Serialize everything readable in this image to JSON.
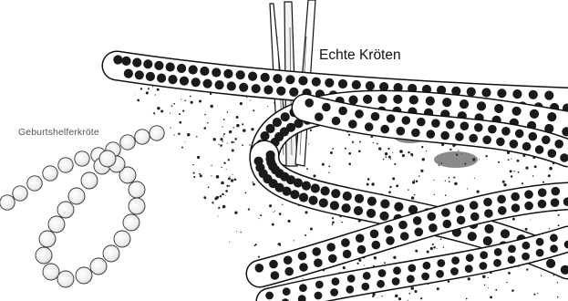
{
  "labels": {
    "midwife_toad": "Geburtshelferkröte",
    "true_toads": "Echte Kröten"
  },
  "colors": {
    "ink": "#111111",
    "egg_fill": "#1a1a1a",
    "bead_fill": "#f4f4f4",
    "string_fill": "#ffffff",
    "ground_speckle": "#222222"
  },
  "icons": {
    "egg": "filled-circle",
    "bead": "outlined-sphere"
  }
}
